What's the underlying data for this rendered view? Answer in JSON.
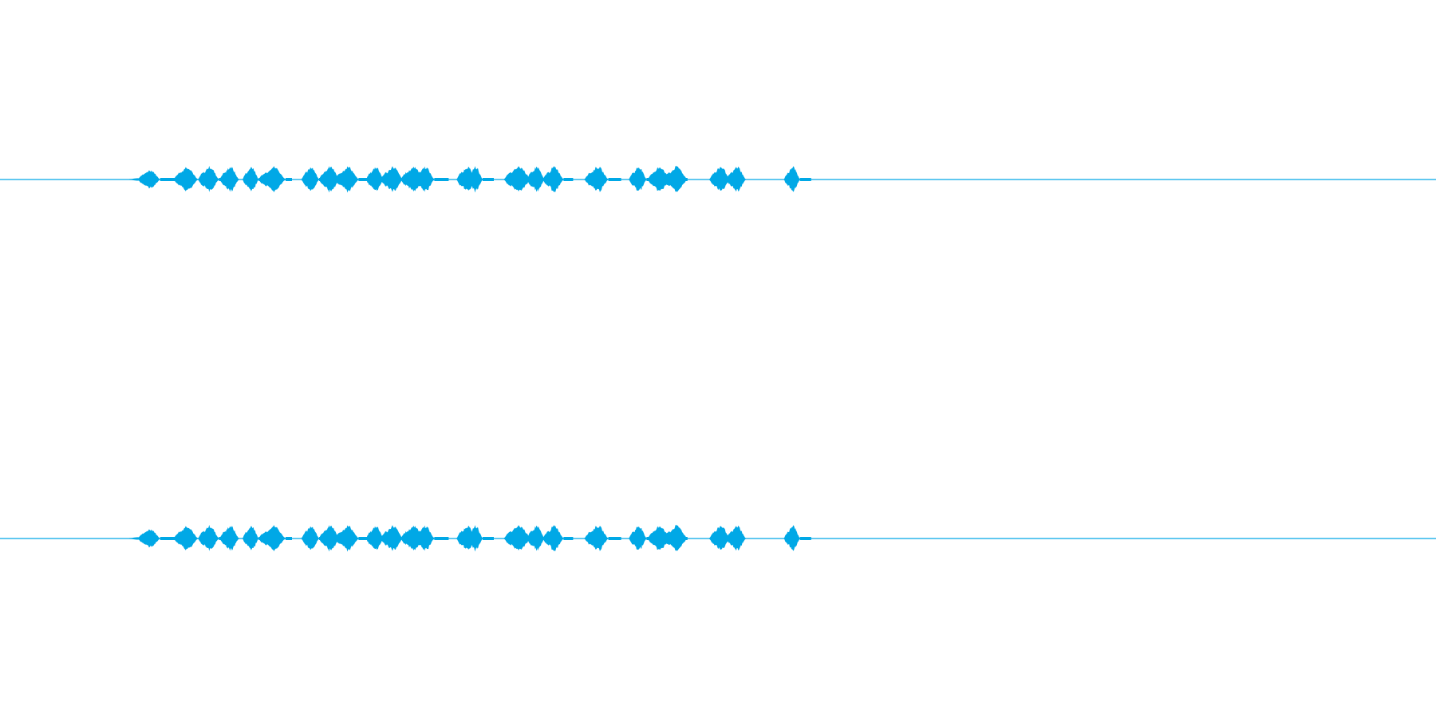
{
  "colors": {
    "background": "#ffffff",
    "waveform": "#00a8e6"
  },
  "channels": [
    {
      "id": "channel-1",
      "samples": [
        {
          "t": 0.09,
          "a": 0.02
        },
        {
          "t": 0.096,
          "a": 0.15
        },
        {
          "t": 0.121,
          "a": 0.2
        },
        {
          "t": 0.138,
          "a": 0.2
        },
        {
          "t": 0.153,
          "a": 0.2
        },
        {
          "t": 0.169,
          "a": 0.2
        },
        {
          "t": 0.18,
          "a": 0.2
        },
        {
          "t": 0.21,
          "a": 0.2
        },
        {
          "t": 0.222,
          "a": 0.2
        },
        {
          "t": 0.233,
          "a": 0.2
        },
        {
          "t": 0.255,
          "a": 0.2
        },
        {
          "t": 0.265,
          "a": 0.2
        },
        {
          "t": 0.279,
          "a": 0.2
        },
        {
          "t": 0.288,
          "a": 0.2
        },
        {
          "t": 0.318,
          "a": 0.2
        },
        {
          "t": 0.325,
          "a": 0.2
        },
        {
          "t": 0.351,
          "a": 0.2
        },
        {
          "t": 0.367,
          "a": 0.2
        },
        {
          "t": 0.378,
          "a": 0.2
        },
        {
          "t": 0.407,
          "a": 0.2
        },
        {
          "t": 0.438,
          "a": 0.2
        },
        {
          "t": 0.451,
          "a": 0.2
        },
        {
          "t": 0.462,
          "a": 0.2
        },
        {
          "t": 0.494,
          "a": 0.2
        },
        {
          "t": 0.506,
          "a": 0.2
        },
        {
          "t": 0.546,
          "a": 0.2
        }
      ]
    },
    {
      "id": "channel-2",
      "samples": [
        {
          "t": 0.09,
          "a": 0.02
        },
        {
          "t": 0.096,
          "a": 0.15
        },
        {
          "t": 0.121,
          "a": 0.2
        },
        {
          "t": 0.138,
          "a": 0.2
        },
        {
          "t": 0.153,
          "a": 0.2
        },
        {
          "t": 0.169,
          "a": 0.2
        },
        {
          "t": 0.18,
          "a": 0.2
        },
        {
          "t": 0.21,
          "a": 0.2
        },
        {
          "t": 0.222,
          "a": 0.2
        },
        {
          "t": 0.233,
          "a": 0.2
        },
        {
          "t": 0.255,
          "a": 0.2
        },
        {
          "t": 0.265,
          "a": 0.2
        },
        {
          "t": 0.279,
          "a": 0.2
        },
        {
          "t": 0.288,
          "a": 0.2
        },
        {
          "t": 0.318,
          "a": 0.2
        },
        {
          "t": 0.325,
          "a": 0.2
        },
        {
          "t": 0.351,
          "a": 0.2
        },
        {
          "t": 0.367,
          "a": 0.2
        },
        {
          "t": 0.378,
          "a": 0.2
        },
        {
          "t": 0.407,
          "a": 0.2
        },
        {
          "t": 0.438,
          "a": 0.2
        },
        {
          "t": 0.451,
          "a": 0.2
        },
        {
          "t": 0.462,
          "a": 0.2
        },
        {
          "t": 0.494,
          "a": 0.2
        },
        {
          "t": 0.506,
          "a": 0.2
        },
        {
          "t": 0.546,
          "a": 0.2
        }
      ]
    }
  ]
}
